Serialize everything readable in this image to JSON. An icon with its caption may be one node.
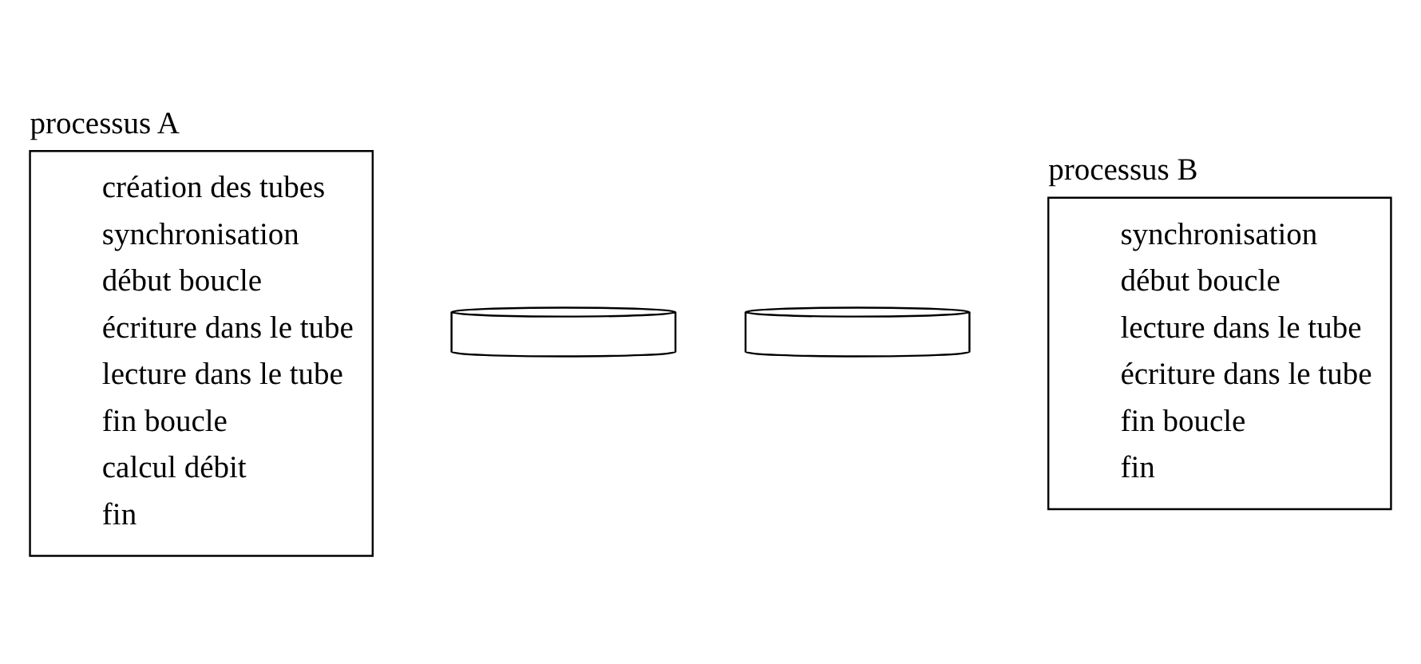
{
  "diagram": {
    "nodes": [
      {
        "text": [
          "processus A",
          "création des tubes",
          "synchronisation",
          "début boucle",
          "écriture dans le tube",
          "lecture dans le tube",
          "fin boucle",
          "calcul débit",
          "fin"
        ]
      },
      {
        "text": [],
        "shape": "cylinder"
      },
      {
        "text": [],
        "shape": "cylinder"
      },
      {
        "text": [
          "processus B",
          "synchronisation",
          "début boucle",
          "lecture dans le tube",
          "écriture dans le tube",
          "fin boucle",
          "fin"
        ]
      }
    ]
  }
}
